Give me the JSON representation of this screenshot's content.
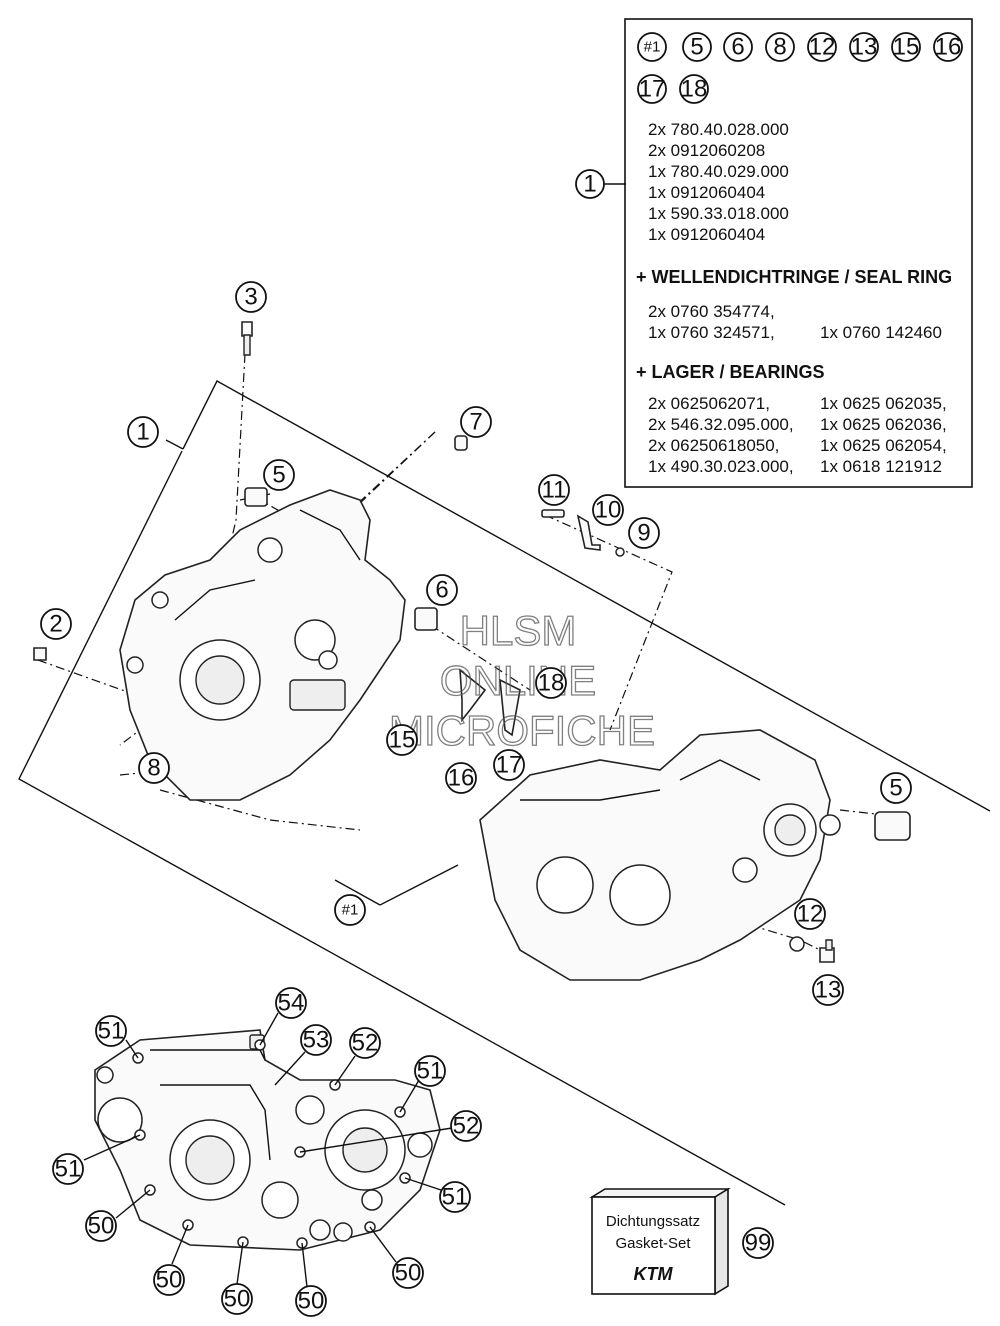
{
  "legend": {
    "header_refs": [
      "#1",
      "5",
      "6",
      "8",
      "12",
      "13",
      "15",
      "16",
      "17",
      "18"
    ],
    "set_ref": "1",
    "set_items": [
      "2x 780.40.028.000",
      "2x 0912060208",
      "1x 780.40.029.000",
      "1x 0912060404",
      "1x 590.33.018.000",
      "1x 0912060404"
    ],
    "seal_title": "+ WELLENDICHTRINGE /  SEAL RING",
    "seal_rows": [
      [
        "2x 0760 354774,",
        ""
      ],
      [
        "1x 0760 324571,",
        "1x 0760 142460"
      ]
    ],
    "bearing_title": "+ LAGER / BEARINGS",
    "bearing_rows": [
      [
        "2x 0625062071,",
        "1x 0625 062035,"
      ],
      [
        "2x 546.32.095.000,",
        "1x 0625 062036,"
      ],
      [
        "2x 06250618050,",
        "1x 0625 062054,"
      ],
      [
        "1x 490.30.023.000,",
        "1x 0618 121912"
      ]
    ]
  },
  "callouts": {
    "c1": "1",
    "c2": "2",
    "c3": "3",
    "c5a": "5",
    "c5b": "5",
    "c6": "6",
    "c7": "7",
    "c8": "8",
    "c9": "9",
    "c10": "10",
    "c11": "11",
    "c12": "12",
    "c13": "13",
    "c15": "15",
    "c16": "16",
    "c17": "17",
    "c18": "18",
    "cset": "#1",
    "c51a": "51",
    "c51b": "51",
    "c51c": "51",
    "c51d": "51",
    "c52a": "52",
    "c52b": "52",
    "c53": "53",
    "c54": "54",
    "c50a": "50",
    "c50b": "50",
    "c50c": "50",
    "c50d": "50",
    "c50e": "50",
    "c99": "99"
  },
  "gasket_box": {
    "line1": "Dichtungssatz",
    "line2": "Gasket-Set",
    "brand": "KTM"
  },
  "watermark": {
    "line1": "HLSM",
    "line2": "ONLINE",
    "line3": "MICROFICHE"
  }
}
